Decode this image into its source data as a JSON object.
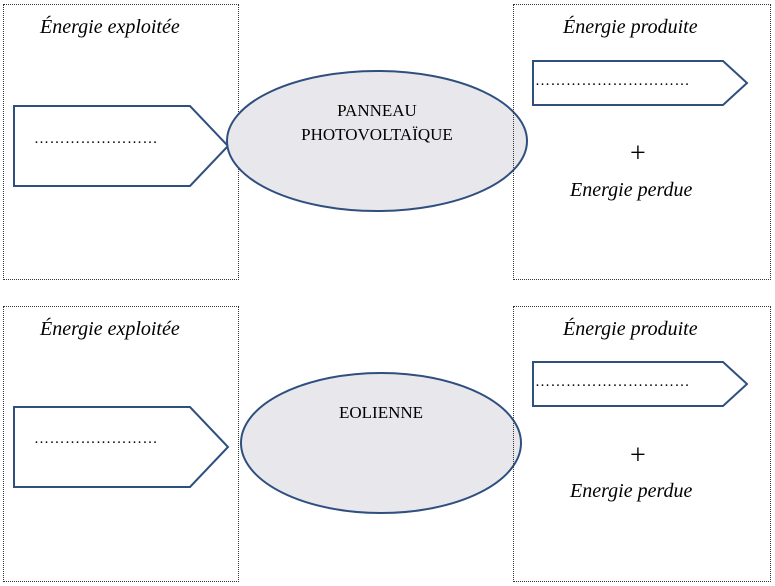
{
  "diagram_1": {
    "input_title": "Énergie exploitée",
    "input_blank": "……………………",
    "converter": [
      "PANNEAU",
      "PHOTOVOLTAÏQUE"
    ],
    "output_title": "Énergie produite",
    "output_blank": "…………………………",
    "plus": "+",
    "loss_label": "Energie perdue"
  },
  "diagram_2": {
    "input_title": "Énergie exploitée",
    "input_blank": "……………………",
    "converter": [
      "EOLIENNE"
    ],
    "output_title": "Énergie produite",
    "output_blank": "…………………………",
    "plus": "+",
    "loss_label": "Energie perdue"
  },
  "colors": {
    "arrow_stroke": "#2f4f7f",
    "ellipse_fill": "#e8e8ec",
    "ellipse_stroke": "#2f4f7f"
  }
}
